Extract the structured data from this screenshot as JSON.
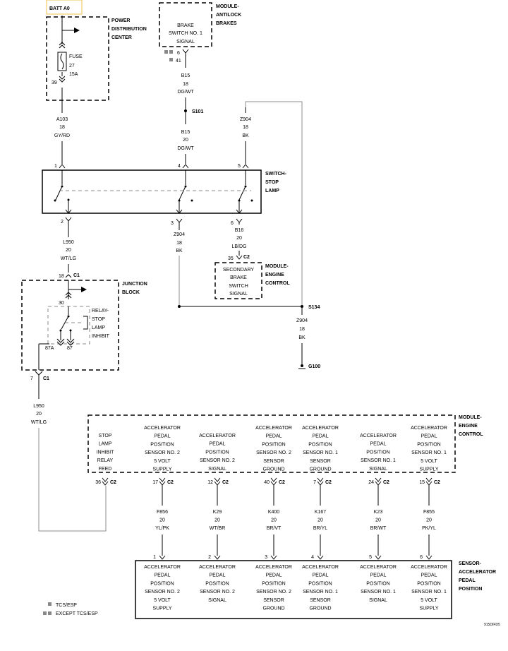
{
  "batt": "BATT A0",
  "pdc": {
    "title": [
      "POWER",
      "DISTRIBUTION",
      "CENTER"
    ],
    "fuse": [
      "FUSE",
      "27",
      "15A"
    ],
    "pin_out": "39"
  },
  "abs": {
    "title": [
      "MODULE-",
      "ANTILOCK",
      "BRAKES"
    ],
    "signal": [
      "BRAKE",
      "SWITCH NO. 1",
      "SIGNAL"
    ],
    "pin_a": "6",
    "pin_b": "41"
  },
  "wires": {
    "a103": [
      "A103",
      "18",
      "GY/RD"
    ],
    "b15a": [
      "B15",
      "18",
      "DG/WT"
    ],
    "b15b": [
      "B15",
      "20",
      "DG/WT"
    ],
    "z904a": [
      "Z904",
      "18",
      "BK"
    ],
    "l950a": [
      "L950",
      "20",
      "WT/LG"
    ],
    "z904b": [
      "Z904",
      "18",
      "BK"
    ],
    "b16": [
      "B16",
      "20",
      "LB/DG"
    ],
    "z904c": [
      "Z904",
      "18",
      "BK"
    ],
    "l950b": [
      "L950",
      "20",
      "WT/LG"
    ]
  },
  "splices": {
    "s101": "S101",
    "s134": "S134",
    "g100": "G100"
  },
  "switch": {
    "title": [
      "SWITCH-",
      "STOP",
      "LAMP"
    ],
    "pins_top": [
      "1",
      "4",
      "5"
    ],
    "pins_bottom": [
      "2",
      "3",
      "6"
    ]
  },
  "ecm_top": {
    "title": [
      "MODULE-",
      "ENGINE",
      "CONTROL"
    ],
    "signal": [
      "SECONDARY",
      "BRAKE",
      "SWITCH",
      "SIGNAL"
    ],
    "pin": "35",
    "conn": "C2"
  },
  "junction": {
    "title": [
      "JUNCTION",
      "BLOCK"
    ],
    "relay": [
      "RELAY-",
      "STOP",
      "LAMP",
      "INHIBIT"
    ],
    "pin_in": "18",
    "conn_in": "C1",
    "pin_30": "30",
    "pin_87a": "87A",
    "pin_87": "87",
    "pin_out": "7",
    "conn_out": "C1"
  },
  "ecm_bottom": {
    "title": [
      "MODULE-",
      "ENGINE",
      "CONTROL"
    ],
    "cols": [
      [
        "STOP",
        "LAMP",
        "INHIBIT",
        "RELAY",
        "FEED"
      ],
      [
        "ACCELERATOR",
        "PEDAL",
        "POSITION",
        "SENSOR NO. 2",
        "5 VOLT",
        "SUPPLY"
      ],
      [
        "ACCELERATOR",
        "PEDAL",
        "POSITION",
        "SENSOR NO. 2",
        "SIGNAL"
      ],
      [
        "ACCELERATOR",
        "PEDAL",
        "POSITION",
        "SENSOR NO. 2",
        "SENSOR",
        "GROUND"
      ],
      [
        "ACCELERATOR",
        "PEDAL",
        "POSITION",
        "SENSOR NO. 1",
        "SENSOR",
        "GROUND"
      ],
      [
        "ACCELERATOR",
        "PEDAL",
        "POSITION",
        "SENSOR NO. 1",
        "SIGNAL"
      ],
      [
        "ACCELERATOR",
        "PEDAL",
        "POSITION",
        "SENSOR NO. 1",
        "5 VOLT",
        "SUPPLY"
      ]
    ],
    "pins": [
      "36",
      "17",
      "12",
      "40",
      "7",
      "24",
      "15"
    ],
    "conn": "C2"
  },
  "app_wires": [
    [
      "F856",
      "20",
      "YL/PK"
    ],
    [
      "K29",
      "20",
      "WT/BR"
    ],
    [
      "K400",
      "20",
      "BR/VT"
    ],
    [
      "K167",
      "20",
      "BR/YL"
    ],
    [
      "K23",
      "20",
      "BR/WT"
    ],
    [
      "F855",
      "20",
      "PK/YL"
    ]
  ],
  "app_sensor": {
    "title": [
      "SENSOR-",
      "ACCELERATOR",
      "PEDAL",
      "POSITION"
    ],
    "pins": [
      "1",
      "2",
      "3",
      "4",
      "5",
      "6"
    ],
    "cols": [
      [
        "ACCELERATOR",
        "PEDAL",
        "POSITION",
        "SENSOR NO. 2",
        "5 VOLT",
        "SUPPLY"
      ],
      [
        "ACCELERATOR",
        "PEDAL",
        "POSITION",
        "SENSOR NO. 2",
        "SIGNAL"
      ],
      [
        "ACCELERATOR",
        "PEDAL",
        "POSITION",
        "SENSOR NO. 2",
        "SENSOR",
        "GROUND"
      ],
      [
        "ACCELERATOR",
        "PEDAL",
        "POSITION",
        "SENSOR NO. 1",
        "SENSOR",
        "GROUND"
      ],
      [
        "ACCELERATOR",
        "PEDAL",
        "POSITION",
        "SENSOR NO. 1",
        "SIGNAL"
      ],
      [
        "ACCELERATOR",
        "PEDAL",
        "POSITION",
        "SENSOR NO. 1",
        "5 VOLT",
        "SUPPLY"
      ]
    ]
  },
  "legend": [
    "TCS/ESP",
    "EXCEPT TCS/ESP"
  ],
  "figure_id": "915DIFD5"
}
